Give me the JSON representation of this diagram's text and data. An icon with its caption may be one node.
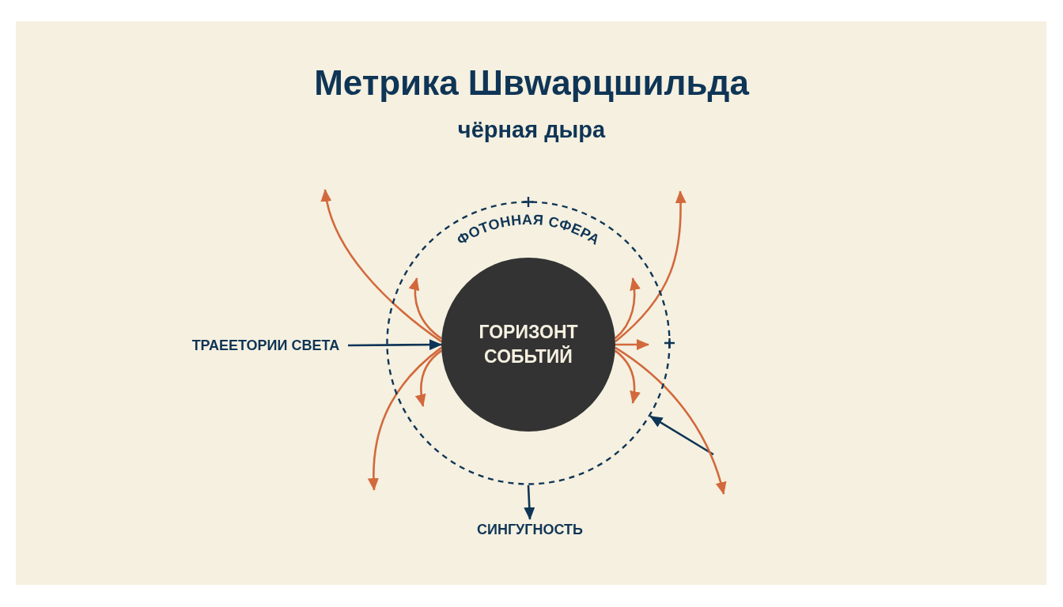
{
  "diagram": {
    "title": "Метрика Швwарцшильда",
    "nodes": [
      {
        "text": [
          "ФОТОННАЯ СФЕРА"
        ]
      },
      {
        "text": [
          "ГОРИЗОНТ СОБЬТИЙ"
        ],
        "in": 0
      },
      {
        "text": [
          "ТРАЕЕТОРИИ СВЕТА"
        ]
      },
      {
        "text": [
          "СИНГУГНОСТЬ"
        ]
      }
    ],
    "edges": [
      {
        "from": 2,
        "to": 1,
        "arrow": "to",
        "color": "#0f3556"
      },
      {
        "from": 0,
        "to": 3,
        "arrow": "to",
        "color": "#0f3556"
      },
      {
        "from": null,
        "to": 0,
        "arrow": "to",
        "color": "#0f3556"
      },
      {
        "from": 1,
        "to": null,
        "arrow": "to"
      },
      {
        "from": 1,
        "to": null,
        "arrow": "to"
      },
      {
        "from": 1,
        "to": null,
        "arrow": "to"
      },
      {
        "from": 1,
        "to": null,
        "arrow": "to"
      },
      {
        "from": 1,
        "to": null,
        "arrow": "to"
      },
      {
        "from": 1,
        "to": null,
        "arrow": "to"
      },
      {
        "from": 1,
        "to": null,
        "arrow": "to"
      },
      {
        "from": 1,
        "to": null,
        "arrow": "to"
      },
      {
        "from": 1,
        "to": null,
        "arrow": "to"
      }
    ],
    "labels": [
      "чёрная дыра"
    ]
  }
}
